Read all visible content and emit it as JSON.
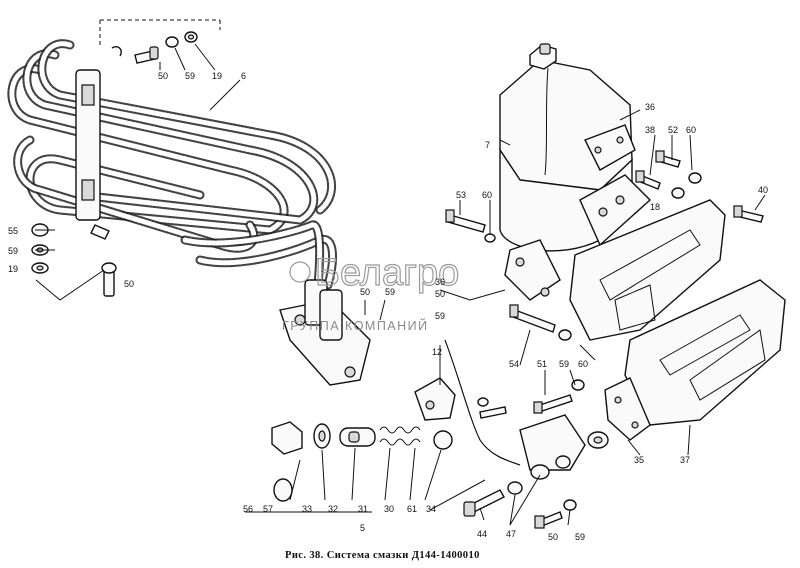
{
  "caption": "Рис. 38. Система смазки Д144-1400010",
  "watermark": {
    "brand": "Белагро",
    "subtitle": "ГРУППА КОМПАНИЙ"
  },
  "labels": {
    "l50a": "50",
    "l59a": "59",
    "l19a": "19",
    "l6": "6",
    "l55": "55",
    "l59b": "59",
    "l19b": "19",
    "l50b": "50",
    "l50c": "50",
    "l59c": "59",
    "l7": "7",
    "l36a": "36",
    "l38": "38",
    "l52": "52",
    "l60a": "60",
    "l53": "53",
    "l60b": "60",
    "l18": "18",
    "l40": "40",
    "l36b": "36",
    "l50d": "50",
    "l59d": "59",
    "l12": "12",
    "l54": "54",
    "l60c": "60",
    "l51": "51",
    "l59e": "59",
    "l33": "33",
    "l32": "32",
    "l31": "31",
    "l30": "30",
    "l61": "61",
    "l34": "34",
    "l56": "56",
    "l57": "57",
    "l5": "5",
    "l35": "35",
    "l37": "37",
    "l44": "44",
    "l47": "47",
    "l50e": "50",
    "l59f": "59"
  }
}
